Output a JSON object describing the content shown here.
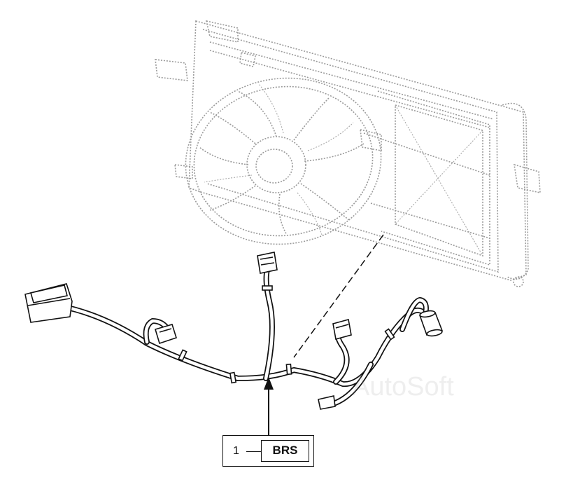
{
  "callout": {
    "number": "1",
    "code": "BRS"
  },
  "watermark": {
    "text": "AutoSoft"
  },
  "colors": {
    "line_art": "#111111",
    "background_art": "#9a9a9a",
    "watermark": "#969696"
  }
}
